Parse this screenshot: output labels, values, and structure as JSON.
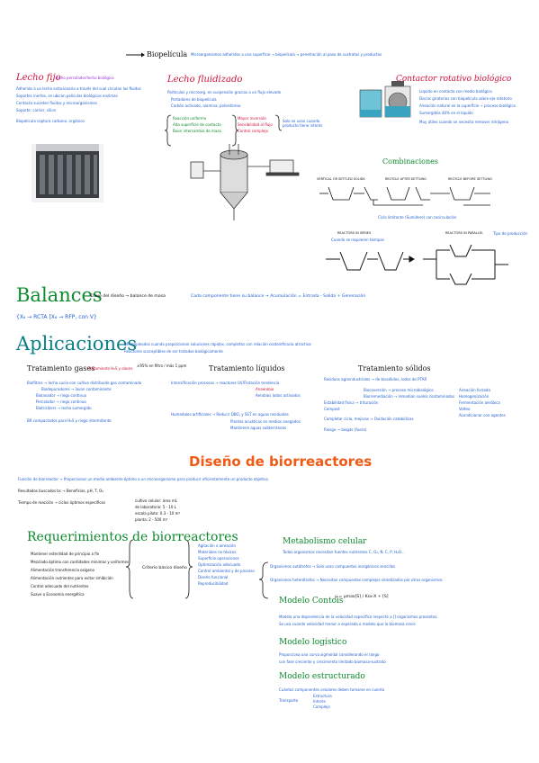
{
  "header": {
    "biopelicula": "Biopelícula",
    "biopelicula_desc": "Microorganismos adheridos a una superficie → biopelícula → penetración al paso de sustratos y productos"
  },
  "lecho_fijo": {
    "title": "Lecho fijo",
    "subtitle": "lecho percolador/lecho biológico",
    "lines": [
      "Adherido a un lecho estacionario a través del cual circulan los fluidos",
      "Soportes inertes, se ubican películas biológicas enzimas",
      "Contacto suceden fluidos y microorganismos",
      "Soporte: carrier, sílice",
      "Biopelícula captura carbono, orgánico"
    ]
  },
  "lecho_fluidizado": {
    "title": "Lecho fluidizado",
    "lines": [
      "Partículas y microorg. en suspensión gracias a un flujo elevado",
      "Portadores de biopelícula",
      "Carbón activado, alúmina, poliestireno"
    ],
    "pros": [
      "Reacción uniforme",
      "Alta superficie de contacto",
      "Buen intercambio de masa"
    ],
    "cons": [
      "Mayor inversión",
      "Sensibilidad al flujo",
      "Control complejo"
    ],
    "note": "Solo se usan cuando producto tiene interés"
  },
  "contactor": {
    "title": "Contactor rotativo biológico",
    "lines": [
      "Líquido en contacto con medio biológico",
      "Discos giratorios con biopelícula sobre eje rotatorio",
      "Aireación natural en la superficie → proceso biológico",
      "Sumergidos 40% en el líquido",
      "Muy útiles cuando se necesita remover nitrógeno"
    ]
  },
  "combinaciones": {
    "title": "Combinaciones",
    "labels": [
      "VERTICAL OR SETTLED SOLIDS",
      "RECYCLE AFTER SETTLING",
      "RECYCLE BEFORE SETTLING"
    ],
    "note": "Ciclo limitante (Sumidero) con recirculación",
    "labels2": [
      "REACTORS IN SERIES",
      "REACTORS IN PARALLEL"
    ],
    "note_series": "Cuando se requieren tiempos",
    "note_parallel": "Tipo de producción"
  },
  "balances": {
    "title": "Balances",
    "line1": "Clave del diseño → balance de masa",
    "line2": "Cada componente tiene su balance → Acumulación = Entrada - Salida + Generación",
    "line3": "{X₆ → RCTA  [X₆ → RFP, con V}"
  },
  "aplicaciones": {
    "title": "Aplicaciones",
    "desc1": "BR empleados cuando proporcionan soluciones rápidas, completas con relación costo/eficacia atractiva",
    "desc2": "Reactores susceptibles de ser tratados biológicamente"
  },
  "tratamiento_gases": {
    "title": "Tratamiento gases",
    "note": "Tratamiento H₂S y olores",
    "note2": "±95% en filtro / más 1 ppm",
    "lines": [
      "Biofiltros → lecho sucio con cultivo distribuido gas contaminado",
      "Biodepuradores → lavan contaminante",
      "Biolavador → riego continuo",
      "Percolador → riego continuo",
      "Biotricklers → lecho sumergido",
      "BR compactados para H₂S y riego intermitente"
    ]
  },
  "tratamiento_liquidos": {
    "title": "Tratamiento líquidos",
    "lines": [
      "Intensificación procesos → reactores UV/Flotación tendencia",
      "Anaerobio",
      "Aerobios lodos activados",
      "Humedales artificiales → Reducir DBO, y SST en aguas residuales",
      "Plantas acuáticas en medios anegados",
      "Mantienen aguas subterráneas"
    ]
  },
  "tratamiento_solidos": {
    "title": "Tratamiento sólidos",
    "lines": [
      "Residuos agroindustriales → de biosólidos, lodos de PTAR",
      "Biocoversión → proceso microbiológico",
      "Biorremediación → remedian suelos contaminados",
      "Estabilidad física → trituración",
      "Compost",
      "Completar ciclo, mejoras → Oxidación catabólicas",
      "Riesgo → biogás (fuera)"
    ],
    "items": [
      "Aireación forzada",
      "Homogenización",
      "Fermentación aeróbica",
      "Volteo",
      "Acondicionar con agentes"
    ]
  },
  "diseno": {
    "title": "Diseño de biorreactores",
    "line1": "Función de biorreactor → Proporcionar un medio ambiente óptimo a un microorganismo para producir eficientemente un producto objetivo",
    "line2": "Resultados buscados bc → Beneficios, pH, T, O₂",
    "line3": "Tiempo de reacción → ciclos óptimos específicos",
    "items": [
      "cultivo celular: área mL",
      "de laboratorio: 5 - 10 L",
      "escala piloto: 0.3 - 10 m³",
      "planta: 2 - 500 m³"
    ]
  },
  "requerimientos": {
    "title": "Requerimientos de biorreactores",
    "lines": [
      "Mantener esterilidad de principio a fin",
      "Mezclado óptimo con cantidades mínimas y uniformes",
      "Alimentación transferencia oxígeno",
      "Alimentación nutrientes para evitar inhibición",
      "Control adecuado del nutrientes",
      "Suave o Economía energética"
    ],
    "criteria_label": "Criterio básico diseño",
    "criteria": [
      "Agitación o aireación",
      "Materiales no tóxicos",
      "Superficie operaciones",
      "Optimización adecuada",
      "Control ambiental y de proceso",
      "Diseño funcional",
      "Reproducibilidad"
    ]
  },
  "metabolismo": {
    "title": "Metabolismo celular",
    "line1": "Todos organismos necesitan fuentes nutrientes C, O₂, N, C, P, H₂O...",
    "autotrofos": "Organismos autótrofos → Solo usan compuestos inorgánicos sencillos",
    "heterotrofos": "Organismos heterótrofos → Necesitan compuestos complejos sintetizados por otros organismos"
  },
  "modelos": {
    "contois_title": "Modelo Contois",
    "contois_formula": "μ = μmax[S] / Ksx·X + [S]",
    "contois_desc1": "Modela una dependencia de la velocidad específica respecto a [] organismos presentes.",
    "contois_desc2": "Se usa cuando velocidad menor a esperada o modelo que la biomasa crece",
    "logistico_title": "Modelo logístico",
    "logistico_desc1": "Proporciona una curva sigmoidal considerando el rango",
    "logistico_desc2": "con fase creciente y crecimiento limitado biomasa-sustrato",
    "estructurado_title": "Modelo estructurado",
    "estructurado_desc": "Cuántos componentes celulares deben tomarse en cuenta",
    "estructurado_items": [
      "Transporte",
      "Estructura",
      "Interés",
      "Complejo"
    ]
  }
}
